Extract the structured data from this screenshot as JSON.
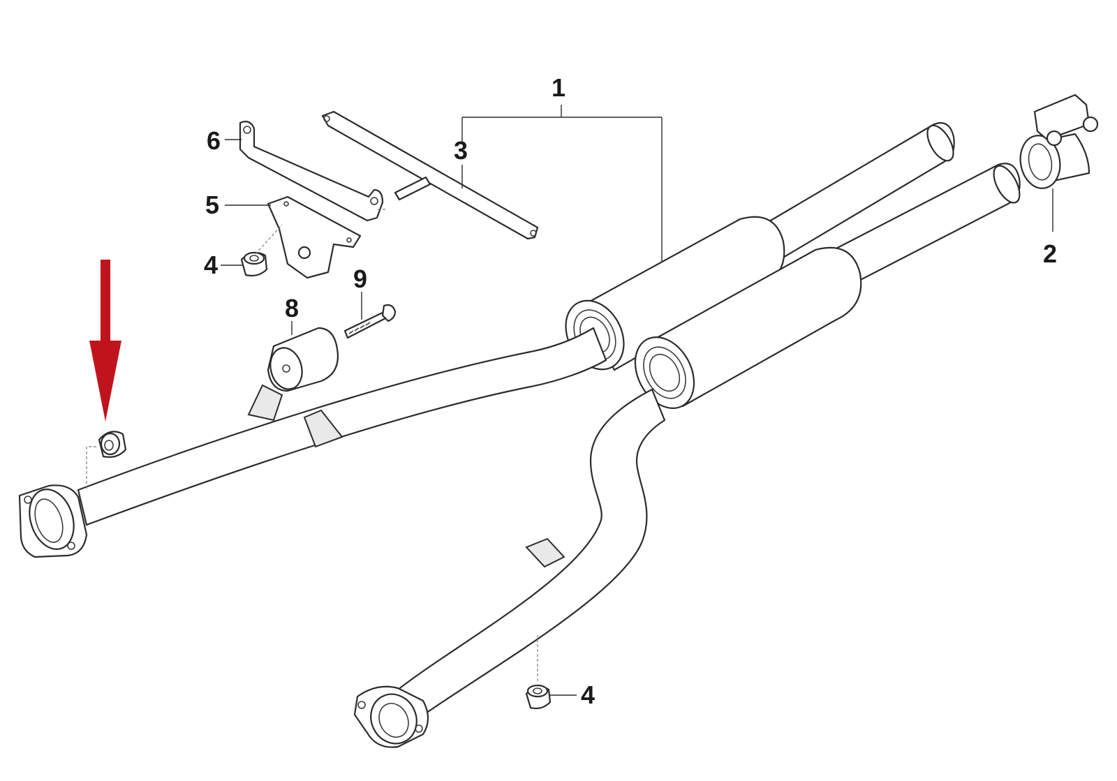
{
  "diagram": {
    "callouts": [
      {
        "id": "c1",
        "label": "1"
      },
      {
        "id": "c2",
        "label": "2"
      },
      {
        "id": "c3",
        "label": "3"
      },
      {
        "id": "c4a",
        "label": "4"
      },
      {
        "id": "c4b",
        "label": "4"
      },
      {
        "id": "c5",
        "label": "5"
      },
      {
        "id": "c6",
        "label": "6"
      },
      {
        "id": "c8",
        "label": "8"
      },
      {
        "id": "c9",
        "label": "9"
      }
    ],
    "highlight_arrow_color": "#c0141c",
    "line_color": "#2b2b2b"
  }
}
